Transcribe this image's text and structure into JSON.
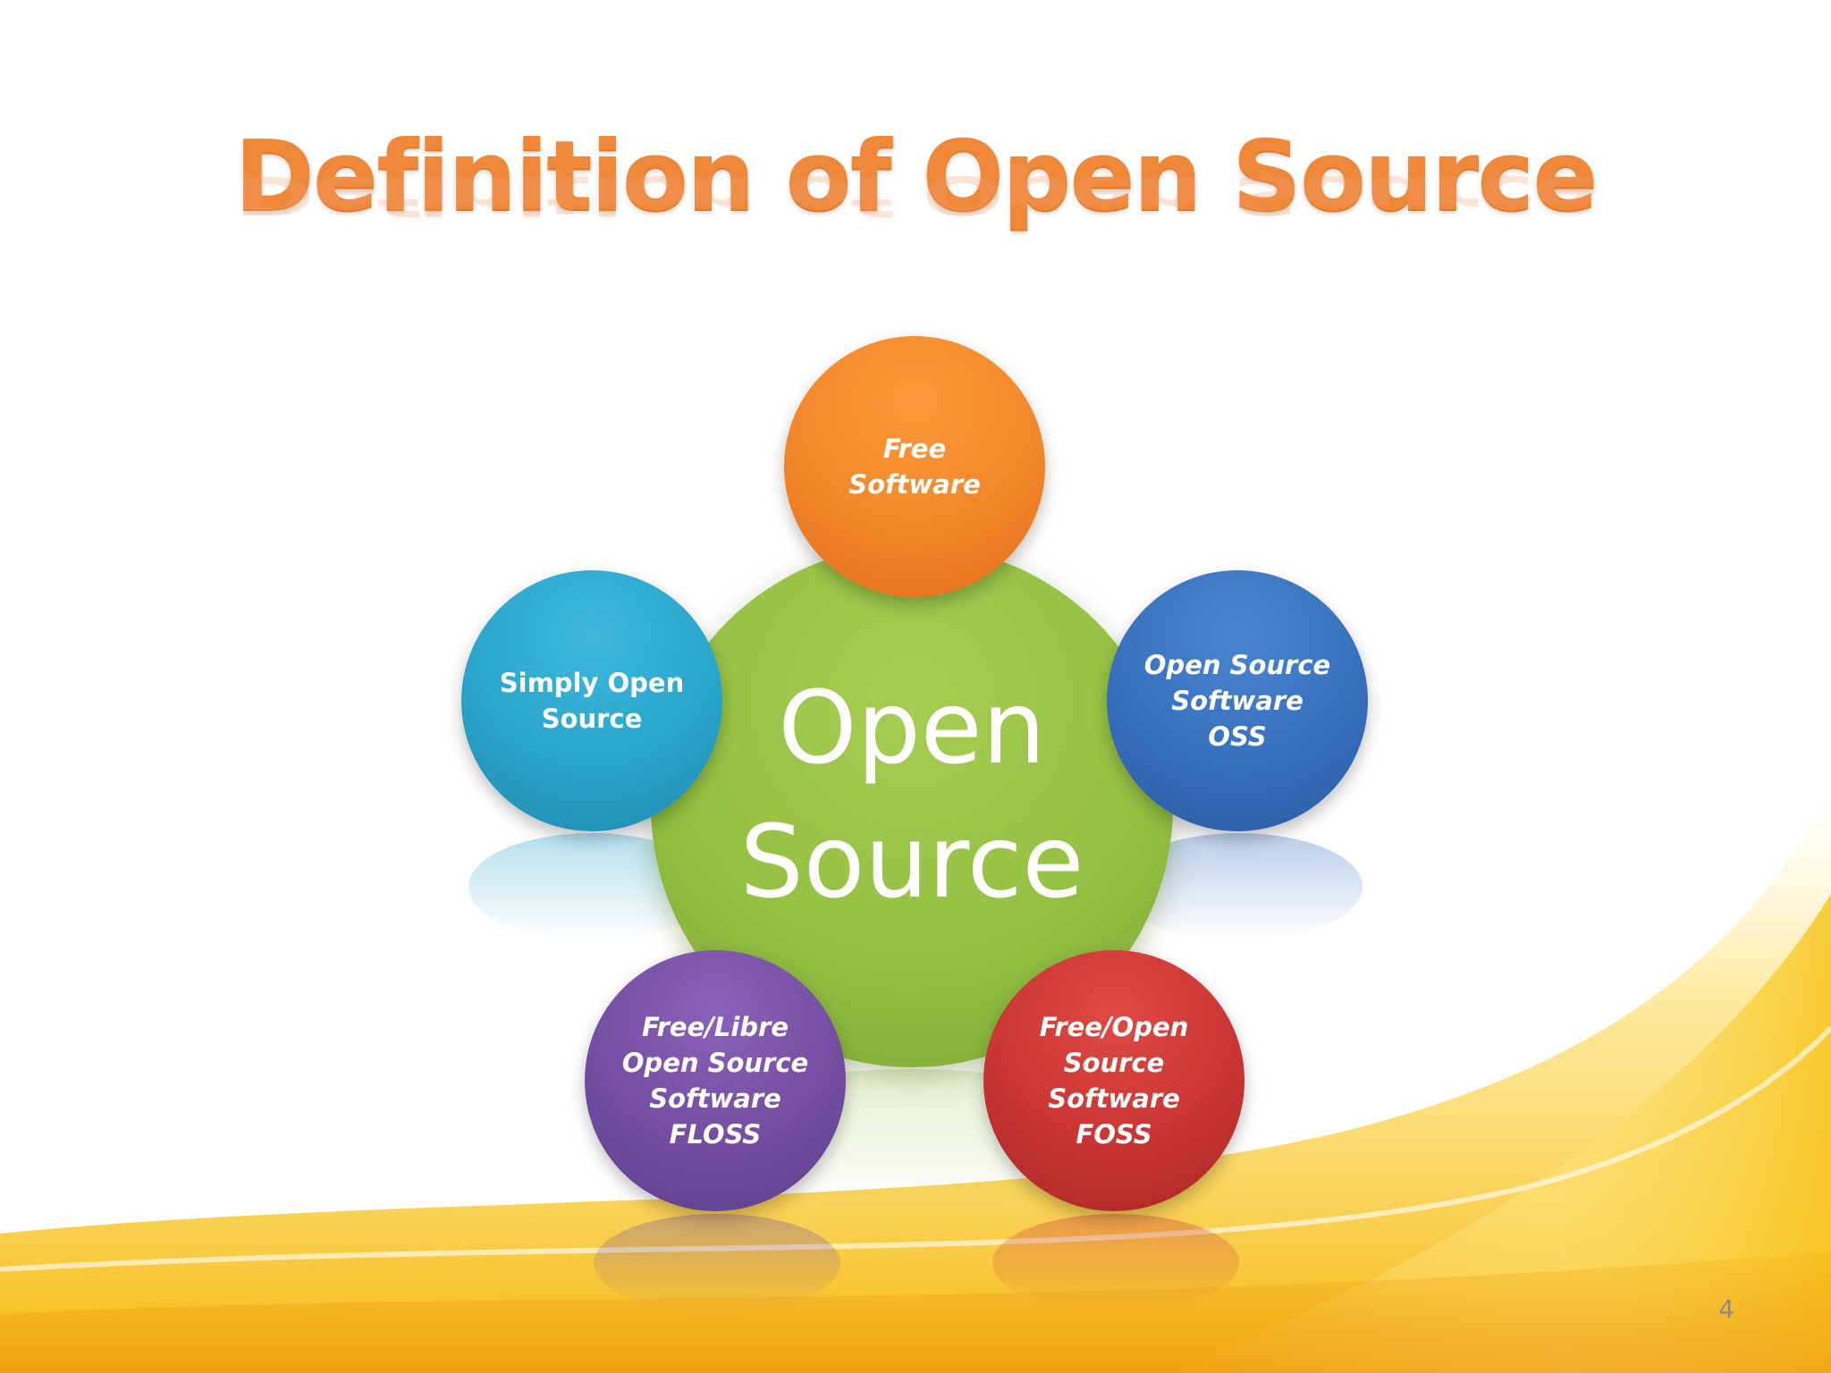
{
  "slide": {
    "title": "Definition of Open Source",
    "page_number": "4"
  },
  "diagram": {
    "center": {
      "label_line1": "Open",
      "label_line2": "Source"
    },
    "nodes": [
      {
        "id": "free-software",
        "label": "Free\nSoftware",
        "color": "#f2872a",
        "italic": true
      },
      {
        "id": "simply-open-source",
        "label": "Simply Open\nSource",
        "color": "#2aa4cb",
        "italic": false
      },
      {
        "id": "oss",
        "label": "Open Source\nSoftware\nOSS",
        "color": "#376fbd",
        "italic": true
      },
      {
        "id": "floss",
        "label": "Free/Libre\nOpen Source\nSoftware\nFLOSS",
        "color": "#734ea2",
        "italic": true
      },
      {
        "id": "foss",
        "label": "Free/Open\nSource\nSoftware\nFOSS",
        "color": "#c83532",
        "italic": true
      }
    ]
  },
  "colors": {
    "title": "#f0883a",
    "center": "#94c043",
    "swoosh": "#f7c51e"
  }
}
